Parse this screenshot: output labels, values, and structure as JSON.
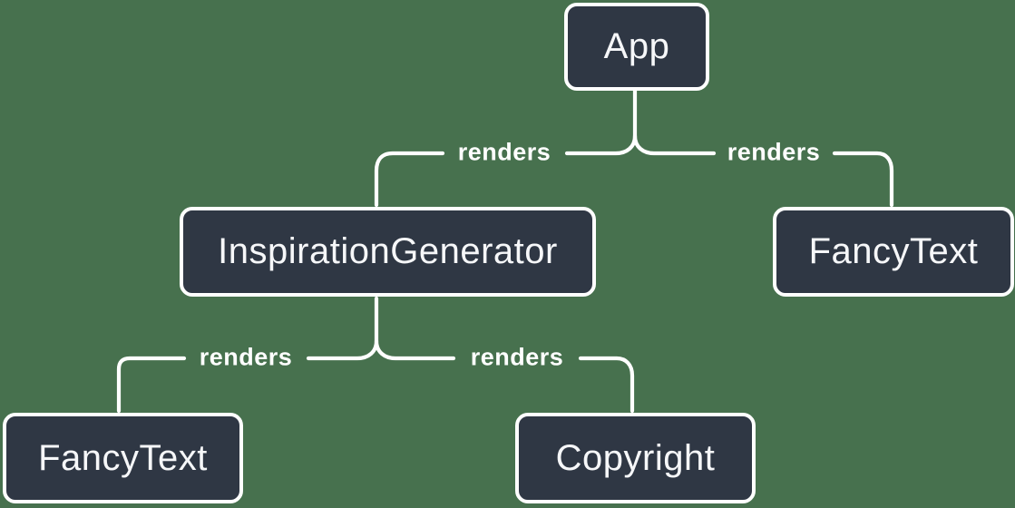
{
  "diagram": {
    "description": "React component render tree",
    "colors": {
      "background": "#47714E",
      "node_fill": "#2F3744",
      "node_border": "#FFFFFF",
      "node_text": "#F6F7F9",
      "edge_line": "#FFFFFF",
      "edge_label_text": "#FFFFFF"
    },
    "nodes": [
      {
        "id": "app",
        "label": "App"
      },
      {
        "id": "inspiration-generator",
        "label": "InspirationGenerator"
      },
      {
        "id": "fancy-text-right",
        "label": "FancyText"
      },
      {
        "id": "fancy-text-bottom",
        "label": "FancyText"
      },
      {
        "id": "copyright",
        "label": "Copyright"
      }
    ],
    "edges": [
      {
        "from": "App",
        "to": "InspirationGenerator",
        "label": "renders"
      },
      {
        "from": "App",
        "to": "FancyText",
        "label": "renders"
      },
      {
        "from": "InspirationGenerator",
        "to": "FancyText",
        "label": "renders"
      },
      {
        "from": "InspirationGenerator",
        "to": "Copyright",
        "label": "renders"
      }
    ]
  }
}
